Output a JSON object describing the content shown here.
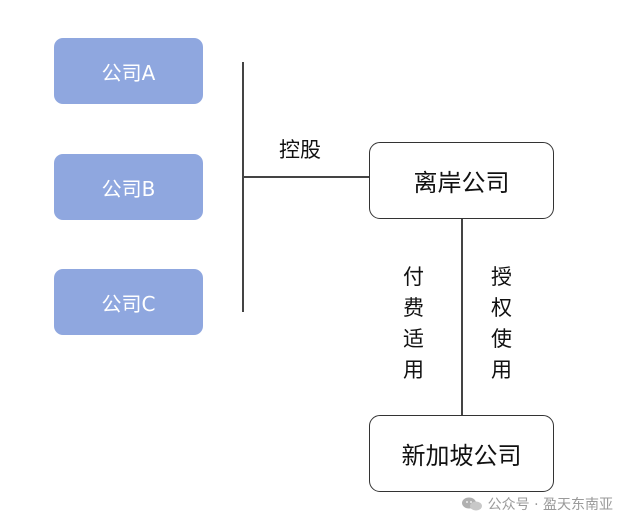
{
  "companies": [
    {
      "label": "公司A"
    },
    {
      "label": "公司B"
    },
    {
      "label": "公司C"
    }
  ],
  "relations": {
    "holding": "控股",
    "fee": [
      "付",
      "费",
      "适",
      "用"
    ],
    "license": [
      "授",
      "权",
      "使",
      "用"
    ]
  },
  "offshore": {
    "label": "离岸公司"
  },
  "singapore": {
    "label": "新加坡公司"
  },
  "watermark": {
    "text": "公众号 · 盈天东南亚",
    "icon": "wechat-icon"
  },
  "colors": {
    "blue_box": "#8fa7df",
    "line": "#444444"
  }
}
